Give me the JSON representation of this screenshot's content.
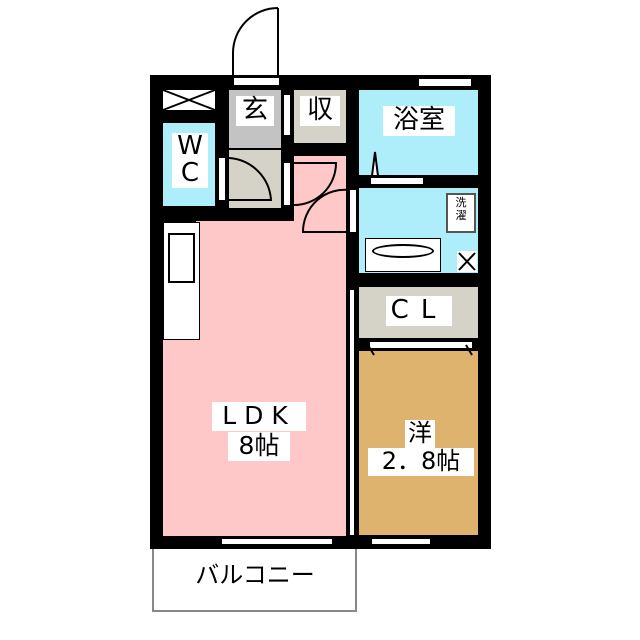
{
  "rooms": {
    "entrance": {
      "label": "玄"
    },
    "storage": {
      "label": "収"
    },
    "bath": {
      "label": "浴室"
    },
    "toilet": {
      "label": "WC"
    },
    "laundry": {
      "label": "洗濯"
    },
    "closet": {
      "label": "CL"
    },
    "ldk": {
      "label": "LDK",
      "size": "8帖"
    },
    "western": {
      "label": "洋",
      "size": "2．8帖"
    },
    "balcony": {
      "label": "バルコニー"
    }
  },
  "colors": {
    "wall": "#000000",
    "wet_area": "#aeeefa",
    "ldk": "#ffc8c8",
    "western": "#deb36e",
    "storage": "#d5d2c7",
    "entrance": "#c3c3c3"
  }
}
